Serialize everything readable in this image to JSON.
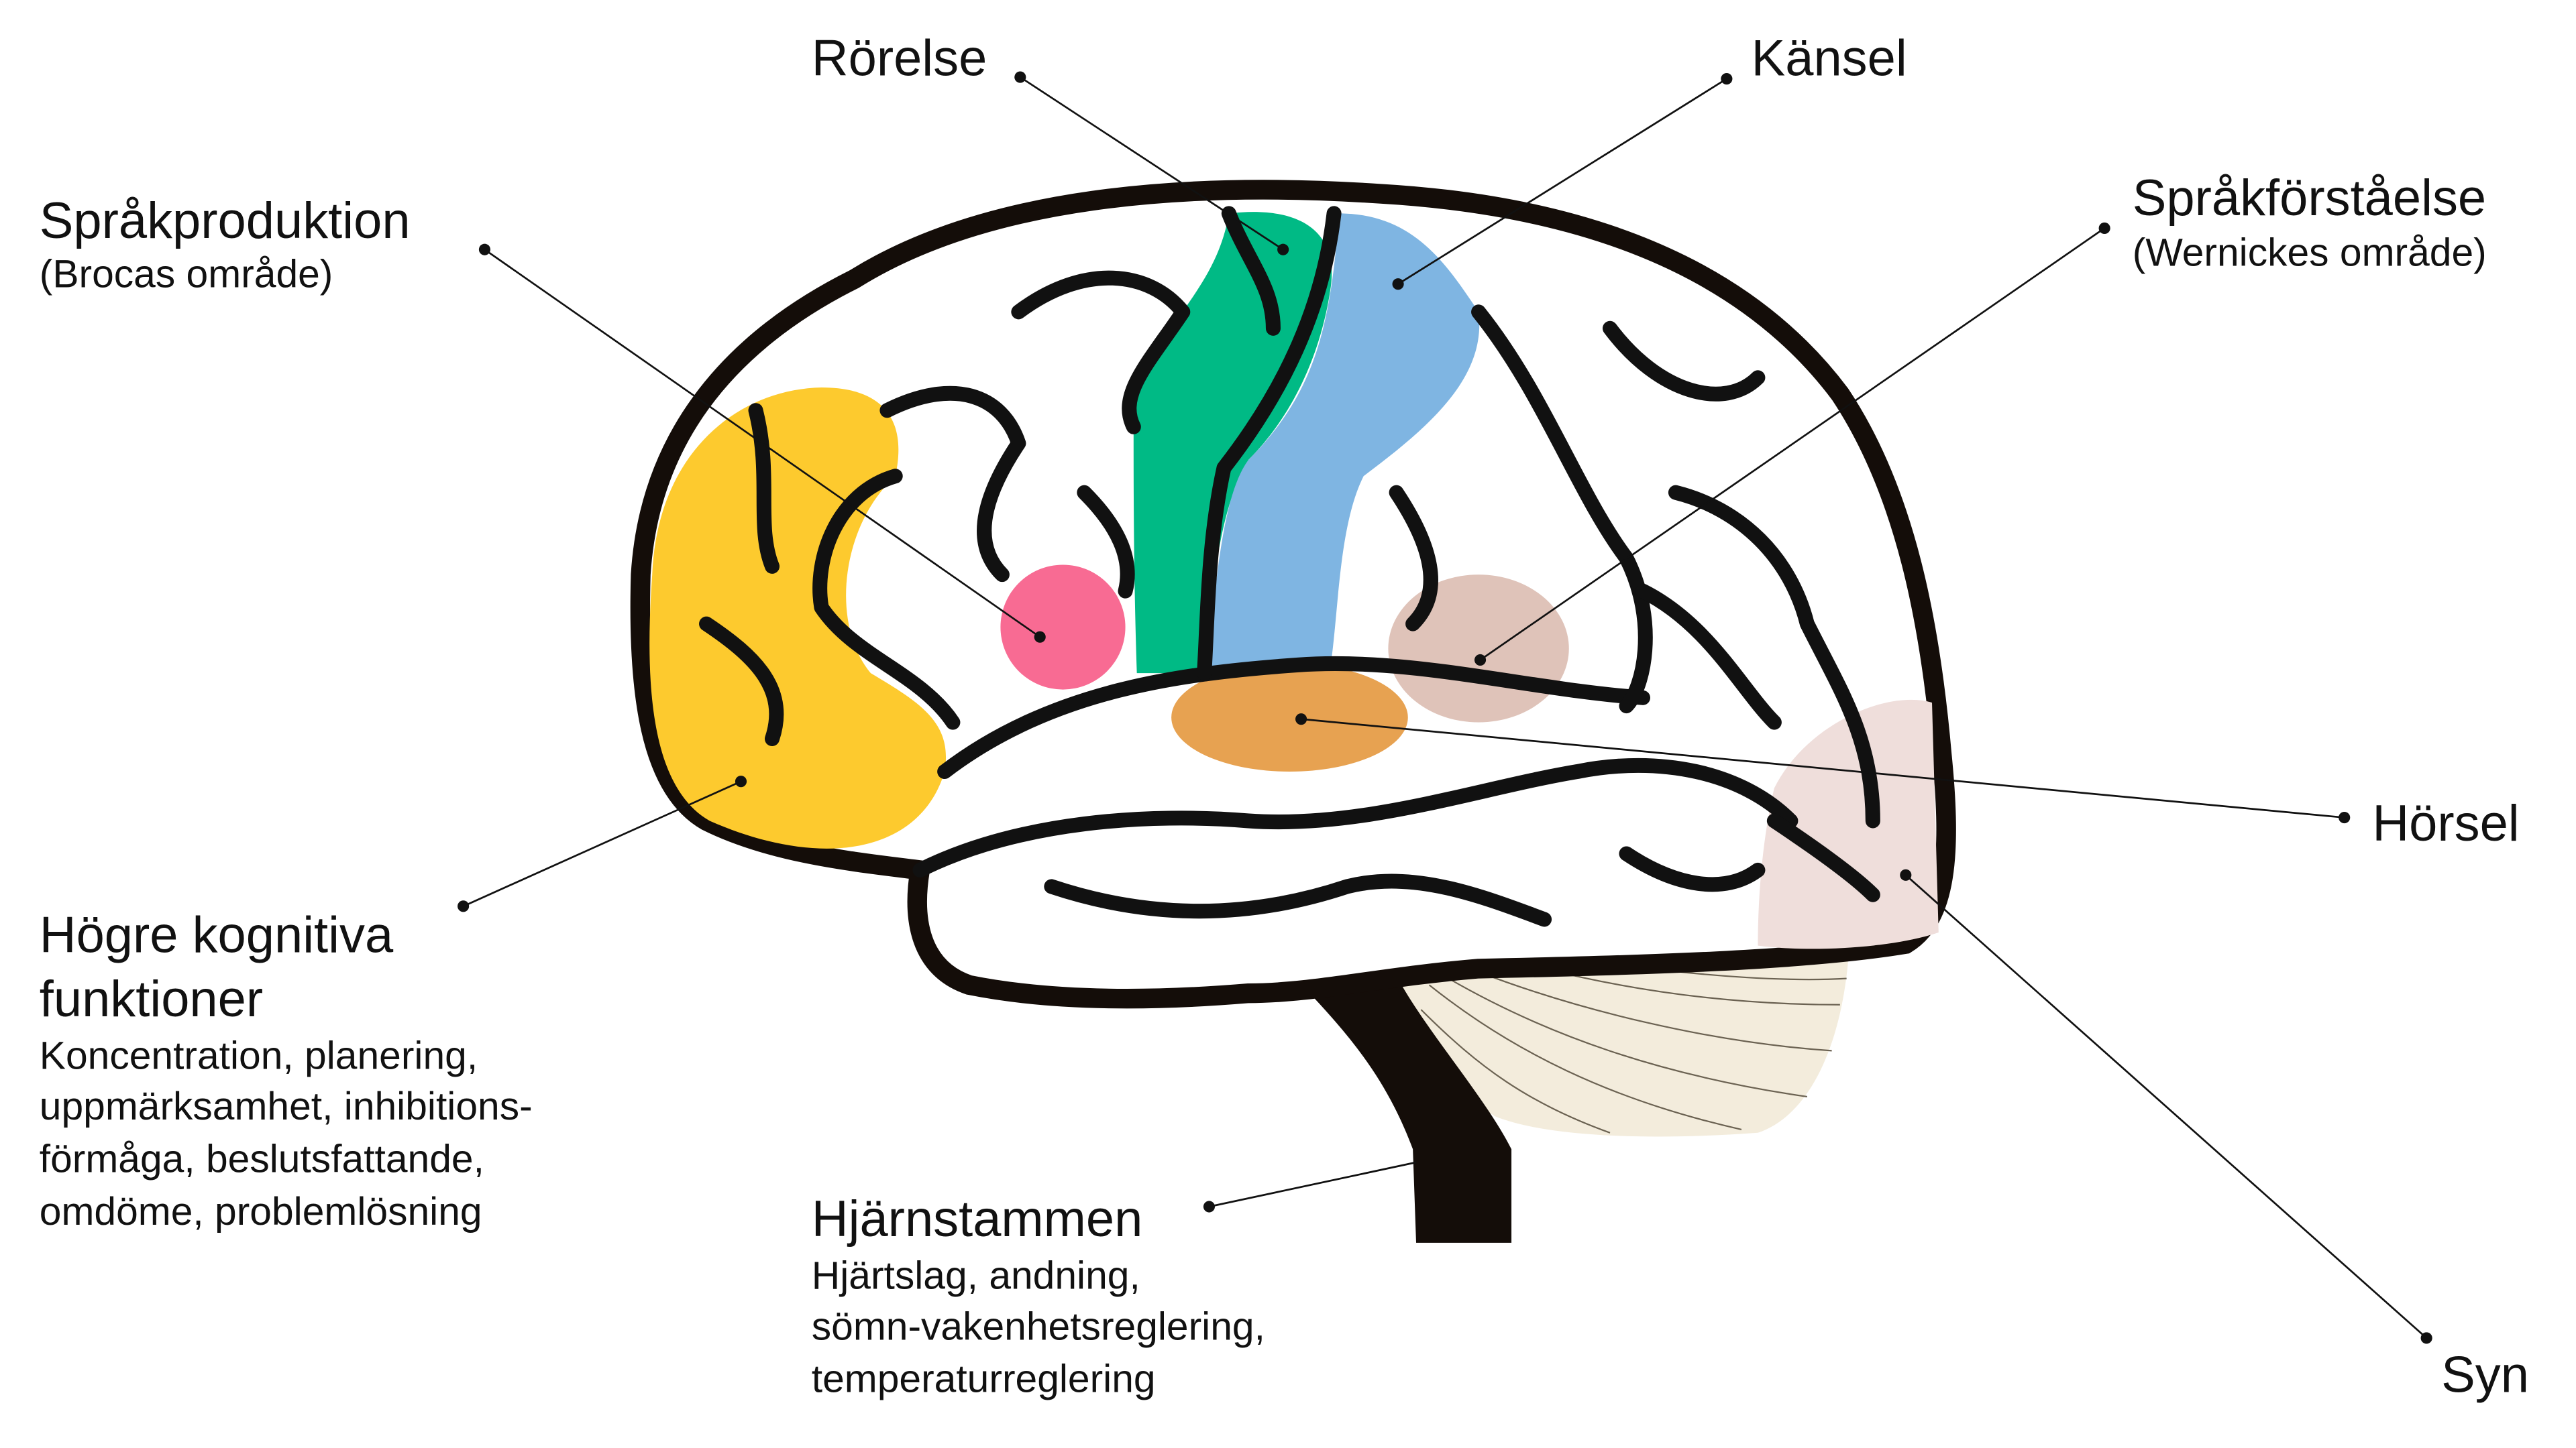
{
  "labels": {
    "movement": {
      "title": "Rörelse"
    },
    "sensation": {
      "title": "Känsel"
    },
    "speech_production": {
      "title": "Språkproduktion",
      "subtitle": "(Brocas område)"
    },
    "speech_comprehension": {
      "title": "Språkförståelse",
      "subtitle": "(Wernickes område)"
    },
    "hearing": {
      "title": "Hörsel"
    },
    "vision": {
      "title": "Syn"
    },
    "higher_cognitive": {
      "title_lines": [
        "Högre kognitiva",
        "funktioner"
      ],
      "body_lines": [
        "Koncentration, planering,",
        "uppmärksamhet, inhibitions-",
        "förmåga, beslutsfattande,",
        "omdöme, problemlösning"
      ]
    },
    "brainstem": {
      "title": "Hjärnstammen",
      "body_lines": [
        "Hjärtslag, andning,",
        "sömn-vakenhetsreglering,",
        "temperaturreglering"
      ]
    }
  },
  "colors": {
    "frontal": "#fdca2e",
    "broca": "#f86b93",
    "motor": "#00ba85",
    "sensory": "#7fb5e2",
    "auditory": "#e7a251",
    "wernicke": "#dfc3b9",
    "visual": "#efdedb",
    "cerebellum": "#f3ecdc",
    "outline": "#140d09"
  }
}
